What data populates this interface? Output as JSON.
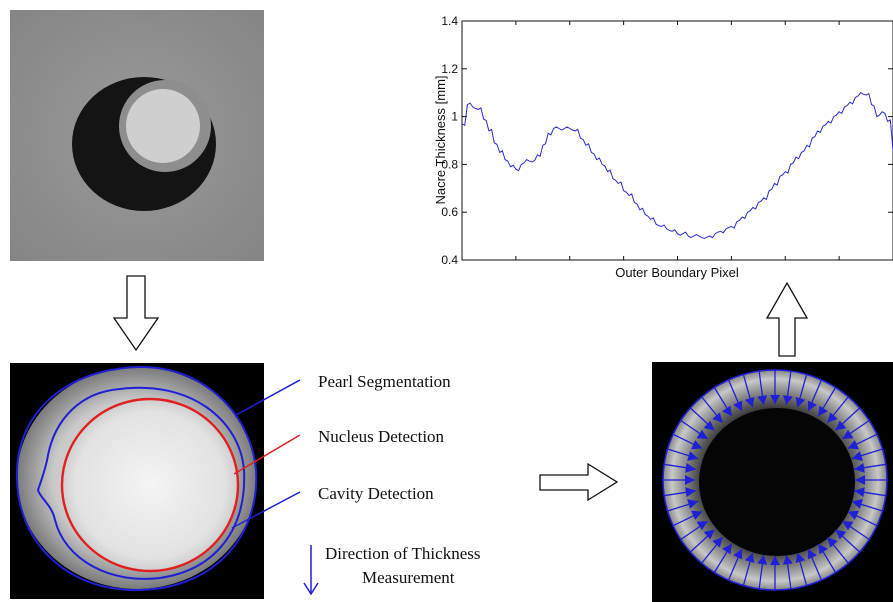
{
  "chart_data": {
    "type": "line",
    "title": "",
    "xlabel": "Outer Boundary Pixel",
    "ylabel": "Nacre Thickness [mm]",
    "ylim": [
      0.4,
      1.4
    ],
    "yticks": [
      "0.4",
      "0.6",
      "0.8",
      "1",
      "1.2",
      "1.4"
    ],
    "grid": false,
    "x": [
      0,
      1,
      2,
      3,
      4,
      5,
      6,
      7,
      8,
      9,
      10,
      11,
      12,
      13,
      14,
      15,
      16,
      17,
      18,
      19,
      20,
      21,
      22,
      23,
      24,
      25,
      26,
      27,
      28,
      29,
      30,
      31,
      32,
      33,
      34,
      35,
      36,
      37,
      38,
      39,
      40,
      41,
      42,
      43,
      44,
      45,
      46,
      47,
      48,
      49,
      50,
      51,
      52,
      53,
      54,
      55,
      56,
      57,
      58,
      59,
      60,
      61,
      62,
      63,
      64,
      65,
      66,
      67,
      68,
      69,
      70,
      71,
      72,
      73,
      74,
      75,
      76,
      77,
      78,
      79,
      80
    ],
    "series": [
      {
        "color": "#2a2acc",
        "values": [
          0.97,
          1.05,
          1.04,
          1.03,
          0.99,
          0.94,
          0.89,
          0.85,
          0.82,
          0.79,
          0.78,
          0.8,
          0.82,
          0.81,
          0.84,
          0.88,
          0.93,
          0.95,
          0.95,
          0.95,
          0.95,
          0.94,
          0.91,
          0.88,
          0.85,
          0.82,
          0.8,
          0.77,
          0.74,
          0.72,
          0.69,
          0.67,
          0.64,
          0.61,
          0.59,
          0.57,
          0.55,
          0.54,
          0.53,
          0.52,
          0.51,
          0.51,
          0.5,
          0.5,
          0.5,
          0.49,
          0.5,
          0.51,
          0.52,
          0.53,
          0.54,
          0.56,
          0.58,
          0.6,
          0.62,
          0.64,
          0.66,
          0.69,
          0.72,
          0.75,
          0.77,
          0.8,
          0.83,
          0.85,
          0.88,
          0.91,
          0.94,
          0.96,
          0.98,
          1.0,
          1.02,
          1.04,
          1.06,
          1.08,
          1.1,
          1.09,
          1.05,
          1.0,
          1.02,
          0.98,
          0.86
        ]
      }
    ]
  },
  "labels": {
    "pearl": "Pearl Segmentation",
    "nucleus": "Nucleus Detection",
    "cavity": "Cavity Detection",
    "direction_line1": "Direction of Thickness",
    "direction_line2": "Measurement"
  },
  "colors": {
    "pearl_line": "#1f1fd6",
    "nucleus_line": "#e02020",
    "cavity_line": "#1f1fd6"
  }
}
